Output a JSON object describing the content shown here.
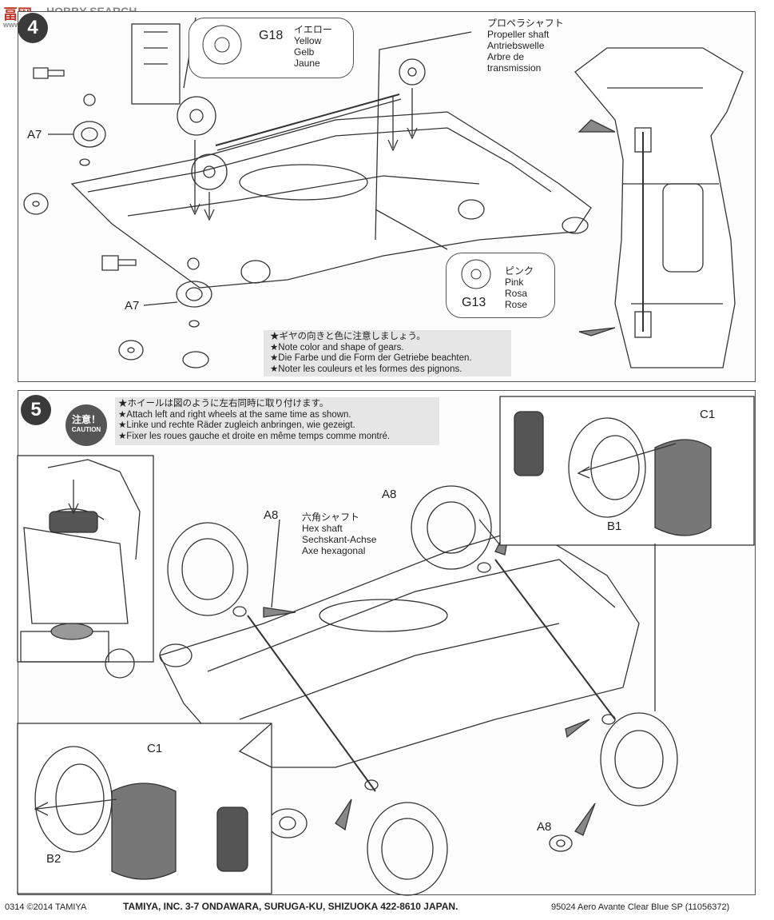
{
  "watermark": {
    "brand": "HOBBY SEARCH",
    "badge": "畐网",
    "site": "www.bbs.net"
  },
  "step4": {
    "number": "4",
    "labels": {
      "a7_top": "A7",
      "a7_bottom": "A7"
    },
    "g18": {
      "code": "G18",
      "text": "イエロー\nYellow\nGelb\nJaune"
    },
    "propeller": {
      "text": "プロペラシャフト\nPropeller shaft\nAntriebswelle\nArbre de\ntransmission"
    },
    "g13": {
      "code": "G13",
      "text": "ピンク\nPink\nRosa\nRose"
    },
    "notes": "★ギヤの向きと色に注意しましょう。\n★Note color and shape of gears.\n★Die Farbe und die Form der Getriebe beachten.\n★Noter les couleurs et les formes des pignons."
  },
  "step5": {
    "number": "5",
    "caution": {
      "jp": "注意！",
      "en": "CAUTION"
    },
    "notes": "★ホイールは図のように左右同時に取り付けます。\n★Attach left and right wheels at the same time as shown.\n★Linke und rechte Räder zugleich anbringen, wie gezeigt.\n★Fixer les roues gauche et droite en même temps comme montré.",
    "labels": {
      "a8_left": "A8",
      "a8_top": "A8",
      "a8_bottom": "A8",
      "c1_top": "C1",
      "b1": "B1",
      "c1_bottom": "C1",
      "b2": "B2"
    },
    "hex": {
      "text": "六角シャフト\nHex shaft\nSechskant-Achse\nAxe hexagonal"
    }
  },
  "footer": {
    "code": "0314 ©2014 TAMIYA",
    "address": "TAMIYA, INC. 3-7 ONDAWARA, SURUGA-KU, SHIZUOKA 422-8610 JAPAN.",
    "product": "95024  Aero Avante Clear Blue SP (11056372)"
  }
}
